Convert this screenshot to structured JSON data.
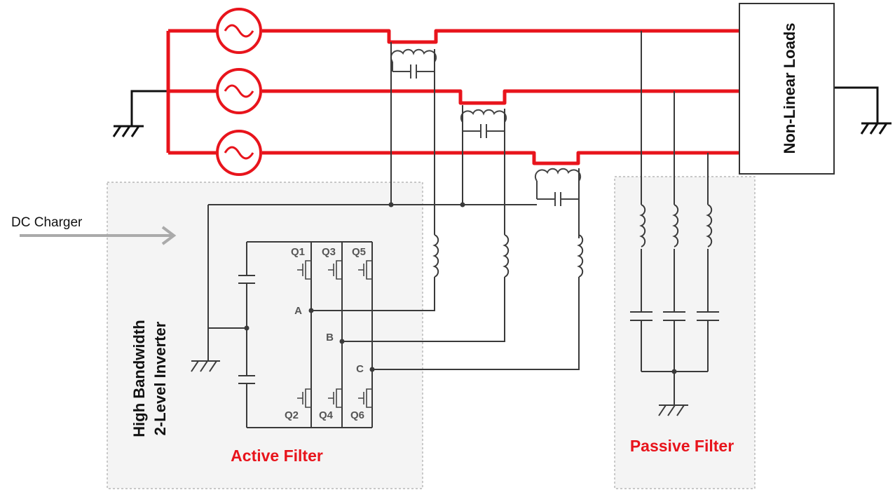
{
  "diagram": {
    "loads_label": "Non-Linear Loads",
    "dc_charger_label": "DC Charger",
    "inverter_label_line1": "High Bandwidth",
    "inverter_label_line2": "2-Level Inverter",
    "active_filter_label": "Active Filter",
    "passive_filter_label": "Passive Filter",
    "nodes": [
      "A",
      "B",
      "C"
    ],
    "switches": [
      "Q1",
      "Q3",
      "Q5",
      "Q2",
      "Q4",
      "Q6"
    ]
  },
  "colors": {
    "phase_lines": "#e8141c",
    "wiring": "#3a3a3a",
    "box_border": "#aaaaaa",
    "filter_labels": "#e8141c"
  }
}
